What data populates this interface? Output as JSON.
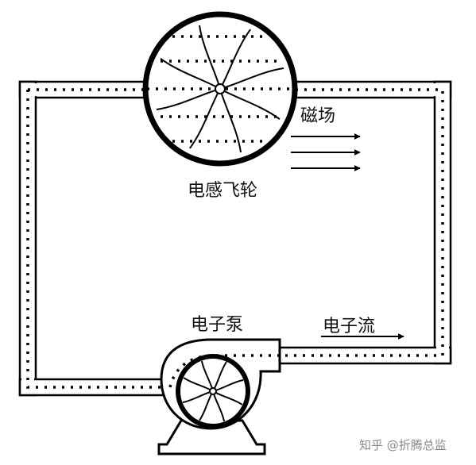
{
  "labels": {
    "flywheel": "电感飞轮",
    "magnetic_field": "磁场",
    "electron_pump": "电子泵",
    "electron_flow": "电子流"
  },
  "watermark": "知乎 @折腾总监",
  "colors": {
    "stroke": "#000000",
    "text": "#111111",
    "watermark": "#8a8a8a",
    "background": "#ffffff"
  }
}
